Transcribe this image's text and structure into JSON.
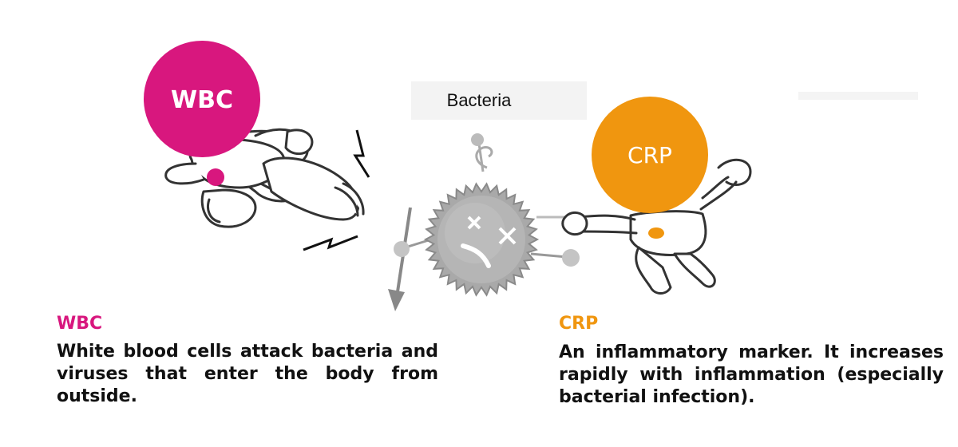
{
  "bacteria": {
    "label": "Bacteria"
  },
  "wbc": {
    "badge": "WBC",
    "title": "WBC",
    "description": "White blood cells attack bacteria and viruses that enter the body from outside.",
    "color": "#D8177E"
  },
  "crp": {
    "badge": "CRP",
    "title": "CRP",
    "description": "An inflammatory marker. It increases rapidly with inflammation (especially bacterial infection).",
    "color": "#F0960F"
  },
  "icons": [
    "wbc-character-icon",
    "bacteria-icon",
    "crp-character-icon",
    "lightning-bolt-icon",
    "arrow-down-icon"
  ]
}
